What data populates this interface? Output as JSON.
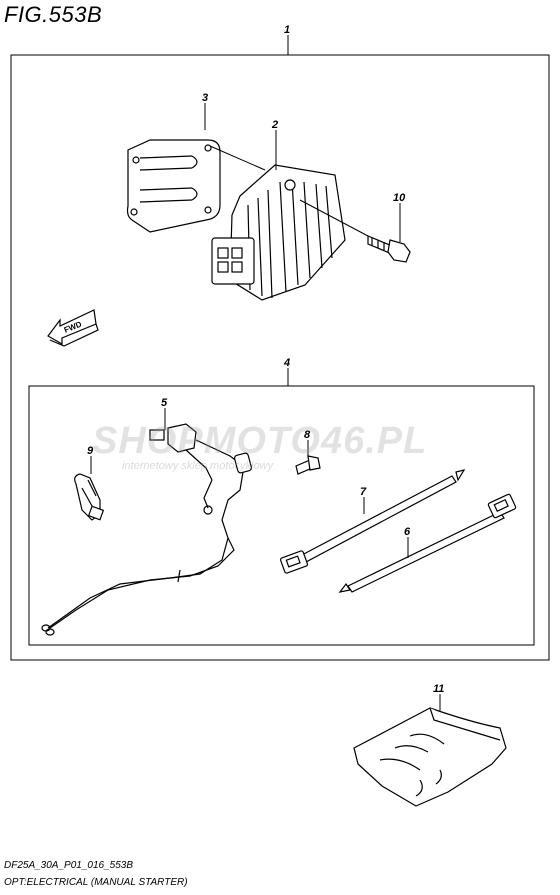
{
  "figure": {
    "title": "FIG.553B",
    "footer_line1": "DF25A_30A_P01_016_553B",
    "footer_line2": "OPT:ELECTRICAL (MANUAL STARTER)"
  },
  "callouts": {
    "p1": "1",
    "p2": "2",
    "p3": "3",
    "p4": "4",
    "p5": "5",
    "p6": "6",
    "p7": "7",
    "p8": "8",
    "p9": "9",
    "p10": "10",
    "p11": "11"
  },
  "fwd_arrow_label": "FWD",
  "watermark": {
    "main": "SHOPMOTO46.PL",
    "sub": "internetowy sklep motocyklowy"
  }
}
